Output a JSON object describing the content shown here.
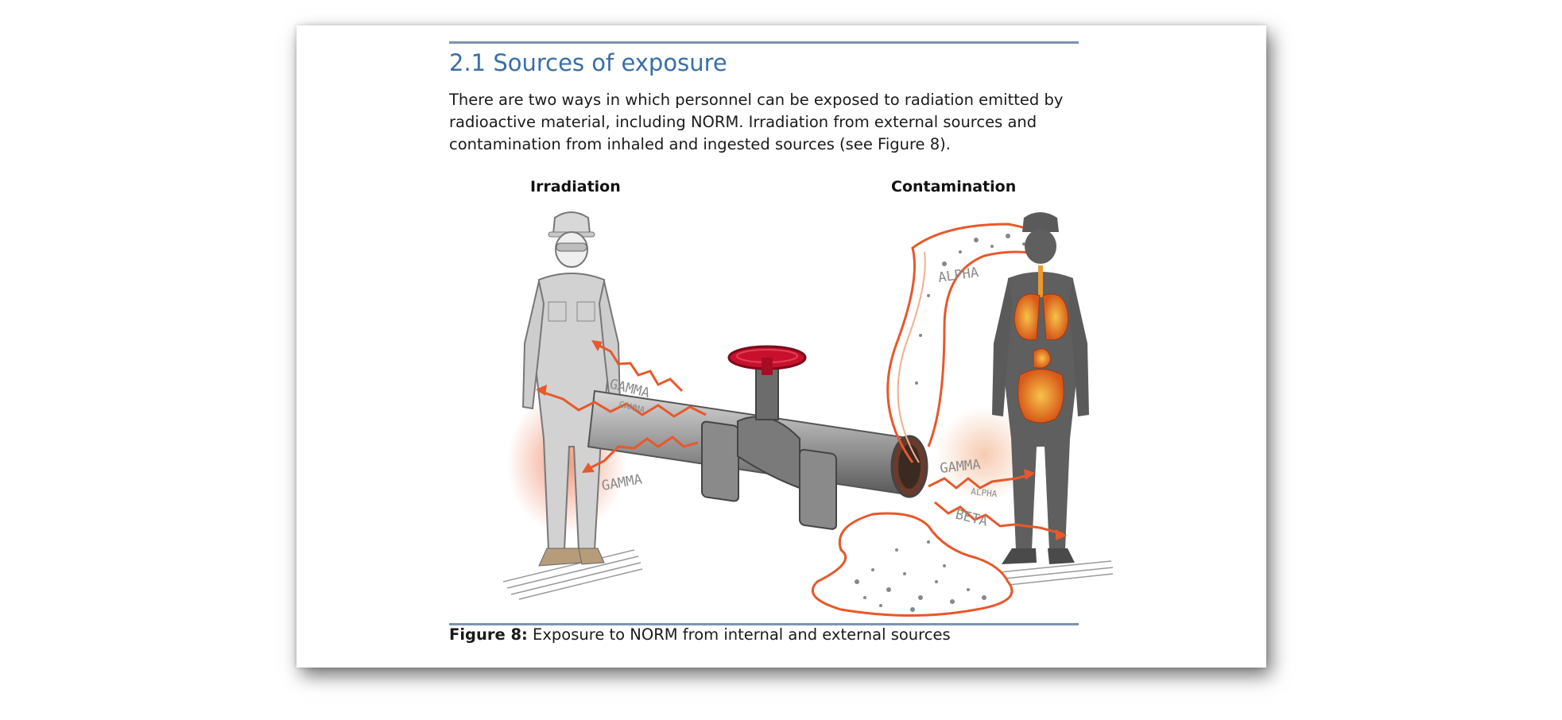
{
  "section": {
    "title": "2.1 Sources of exposure",
    "paragraph_lines": [
      "There are two ways in which personnel can be exposed to radiation emitted by",
      "radioactive material, including NORM. Irradiation from external sources and",
      "contamination from inhaled and ingested sources (see Figure 8)."
    ]
  },
  "figure": {
    "label_left": "Irradiation",
    "label_right": "Contamination",
    "radiation_labels": {
      "gamma_1": "GAMMA",
      "gamma_2": "GAMMA",
      "gamma_3": "GAMMA",
      "gamma_4": "GAMMA",
      "alpha_1": "ALPHA",
      "alpha_2": "ALPHA",
      "beta": "BETA"
    },
    "caption_label": "Figure 8:",
    "caption_text": " Exposure to NORM from internal and external sources"
  },
  "colors": {
    "title_blue": "#3a6ea5",
    "rule": "#7b93b0",
    "radiation_orange": "#e8582a",
    "valve_red": "#c8102e",
    "worker_light": "#cfcfcf",
    "worker_dark": "#5f5f5f"
  }
}
